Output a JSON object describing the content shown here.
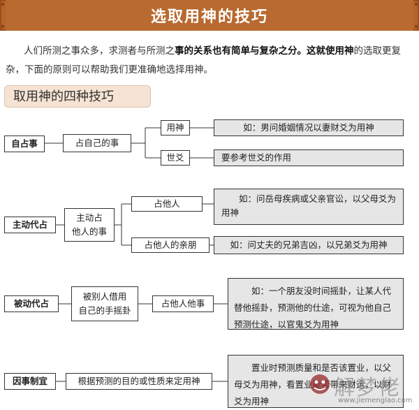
{
  "banner": {
    "title": "选取用神的技巧"
  },
  "intro": {
    "part1": "人们所测之事众多，求测者与所测之",
    "bold": "事的关系也有简单与复杂之分。这就使用神",
    "part2": "的选取更复杂，下面的原则可以帮助我们更准确地选择用神。"
  },
  "section": {
    "title": "取用神的四种技巧"
  },
  "rows": [
    {
      "label": "自占事",
      "middle": "占自己的事",
      "branches": [
        {
          "name": "用神",
          "example": "如：男问婚姻情况以妻财爻为用神"
        },
        {
          "name": "世爻",
          "example": "要参考世爻的作用"
        }
      ]
    },
    {
      "label": "主动代占",
      "middle": "主动占\n他人的事",
      "branches": [
        {
          "name": "占他人",
          "example": "如：问岳母疾病或父亲官讼，以父母爻为用神"
        },
        {
          "name": "占他人的亲朋",
          "example": "如：问丈夫的兄弟吉凶，以兄弟爻为用神"
        }
      ]
    },
    {
      "label": "被动代占",
      "middle": "被别人借用\n自己的手摇卦",
      "branches": [
        {
          "name": "占他人他事",
          "example": "如：一个朋友没时间摇卦，让某人代替他摇卦，预测他的仕途，可视为他自己预测仕途，以官鬼爻为用神"
        }
      ]
    },
    {
      "label": "因事制宜",
      "middle": "根据预测的目的或性质来定用神",
      "branches": [
        {
          "name": "",
          "example": "置业时预测质量和是否该置业，以父母爻为用神，看置业能否带来财运，以财爻为用神"
        }
      ]
    }
  ],
  "watermark": {
    "text": "解梦佬",
    "url": "www.jiemenglao.com"
  },
  "colors": {
    "banner": "#b86a30",
    "section_bg": "#f6e3d3",
    "example_bg": "#e6e6e6"
  }
}
